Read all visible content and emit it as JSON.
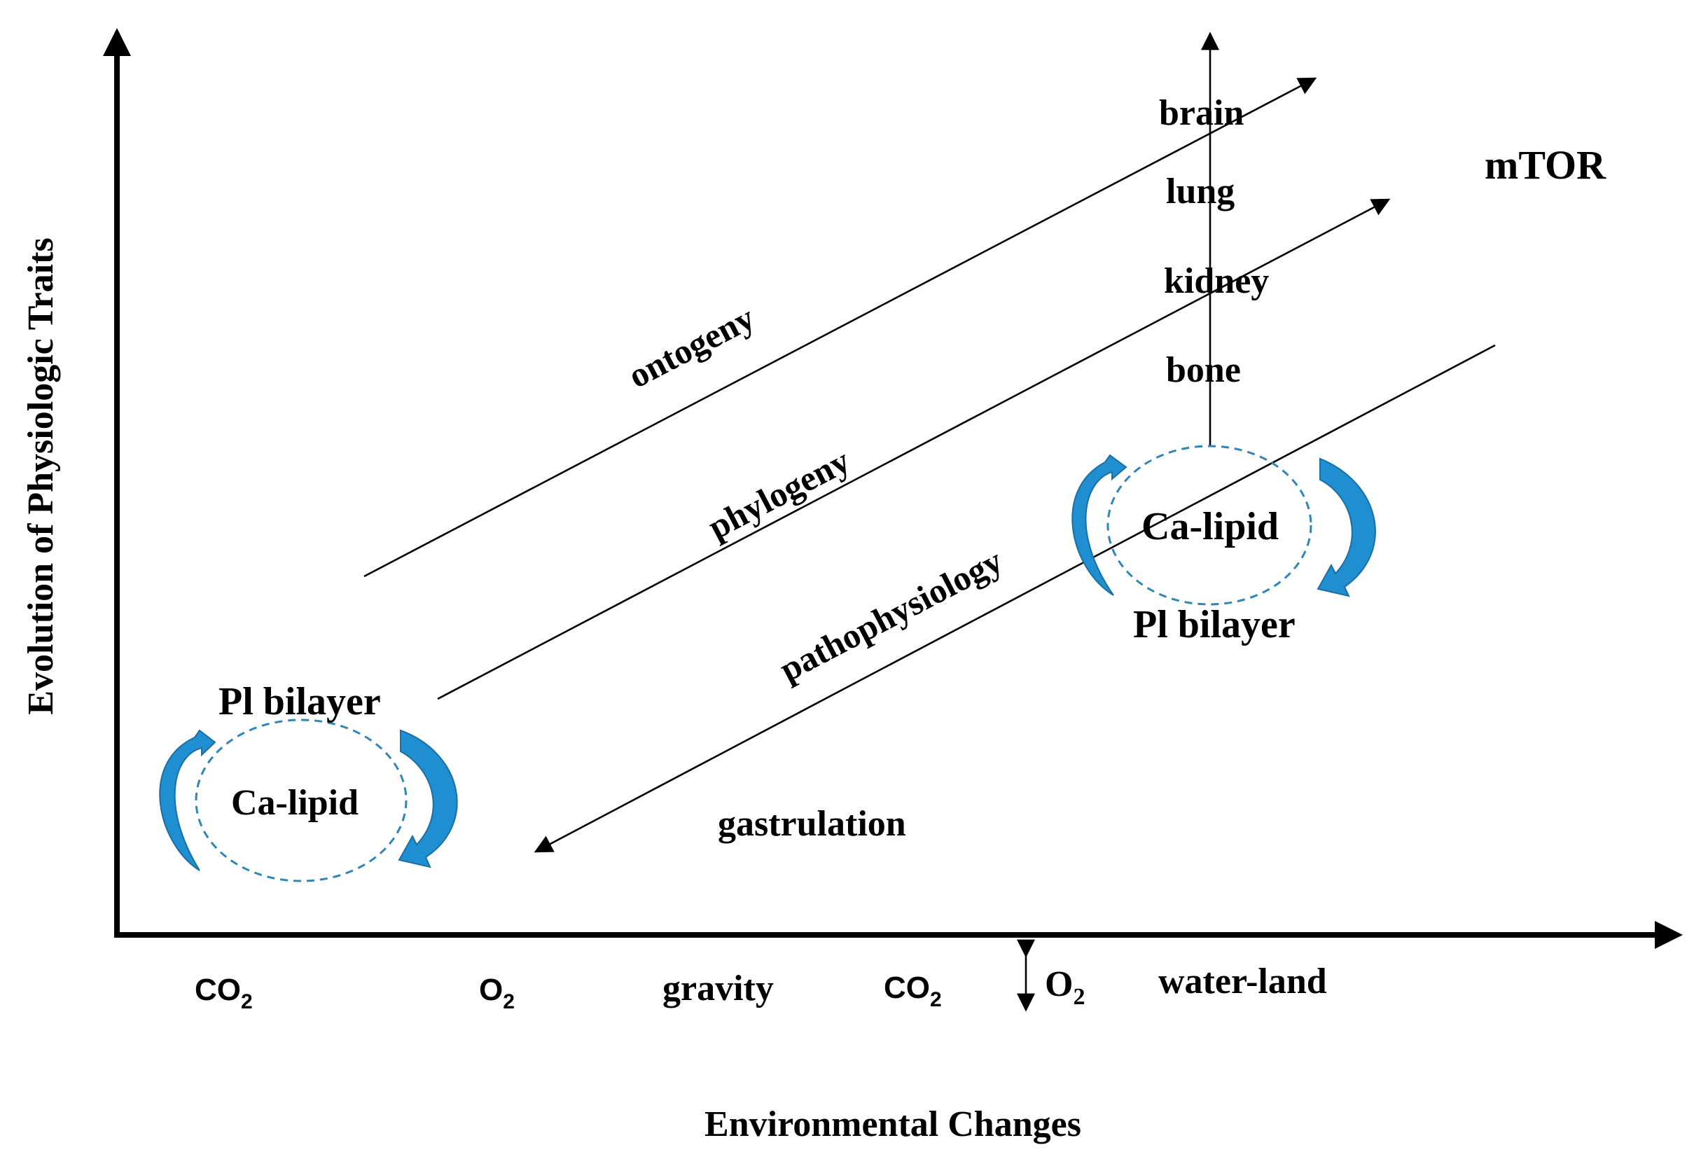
{
  "axes": {
    "y_label": "Evolution of Physiologic Traits",
    "x_label": "Environmental Changes"
  },
  "x_ticks": {
    "co2_a": {
      "base": "CO",
      "sub": "2"
    },
    "o2_a": {
      "base": "O",
      "sub": "2"
    },
    "gravity": "gravity",
    "co2_b": {
      "base": "CO",
      "sub": "2"
    },
    "o2_b": {
      "base": "O",
      "sub": "2"
    },
    "water_land": "water-land"
  },
  "diagonals": {
    "ontogeny": "ontogeny",
    "phylogeny": "phylogeny",
    "pathophysiology": "pathophysiology"
  },
  "organs": {
    "brain": "brain",
    "lung": "lung",
    "kidney": "kidney",
    "bone": "bone"
  },
  "mtor": "mTOR",
  "gastrulation": "gastrulation",
  "cycle_left": {
    "top_label": "Pl bilayer",
    "center_label": "Ca-lipid"
  },
  "cycle_right": {
    "center_label": "Ca-lipid",
    "bottom_label": "Pl bilayer"
  },
  "colors": {
    "cycle_arrow": "#1f8fd1",
    "cycle_ellipse": "#2e86b8",
    "axis": "#000000"
  }
}
